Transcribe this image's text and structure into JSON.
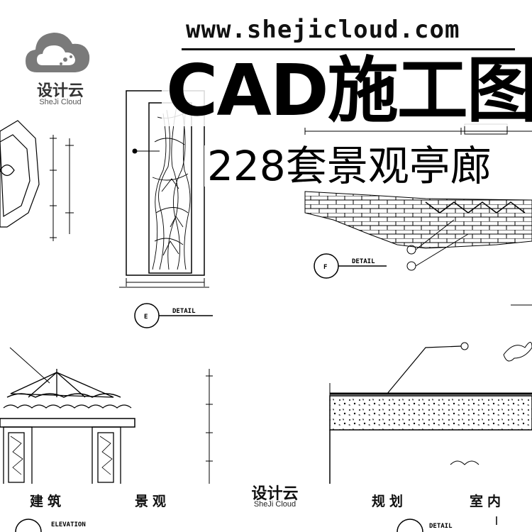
{
  "header": {
    "url": "www.shejicloud.com",
    "title": "CAD施工图",
    "subtitle": "228套景观亭廊"
  },
  "logo": {
    "icon": "cloud-logo-icon",
    "name": "设计云",
    "sub": "SheJi Cloud"
  },
  "drawing": {
    "labels": {
      "e_marker": "E",
      "f_marker": "F",
      "detail_e": "DETAIL",
      "detail_f": "DETAIL",
      "elevation": "ELEVATION",
      "detail_bottom": "DETAIL"
    }
  },
  "categories": [
    {
      "label": "建筑"
    },
    {
      "label": "景观"
    },
    {
      "label": "规划"
    },
    {
      "label": "室内"
    }
  ],
  "bottom_logo": {
    "name": "设计云",
    "sub": "SheJi Cloud"
  },
  "colors": {
    "ink": "#000000",
    "logo_gray": "#777777",
    "background": "#ffffff"
  }
}
